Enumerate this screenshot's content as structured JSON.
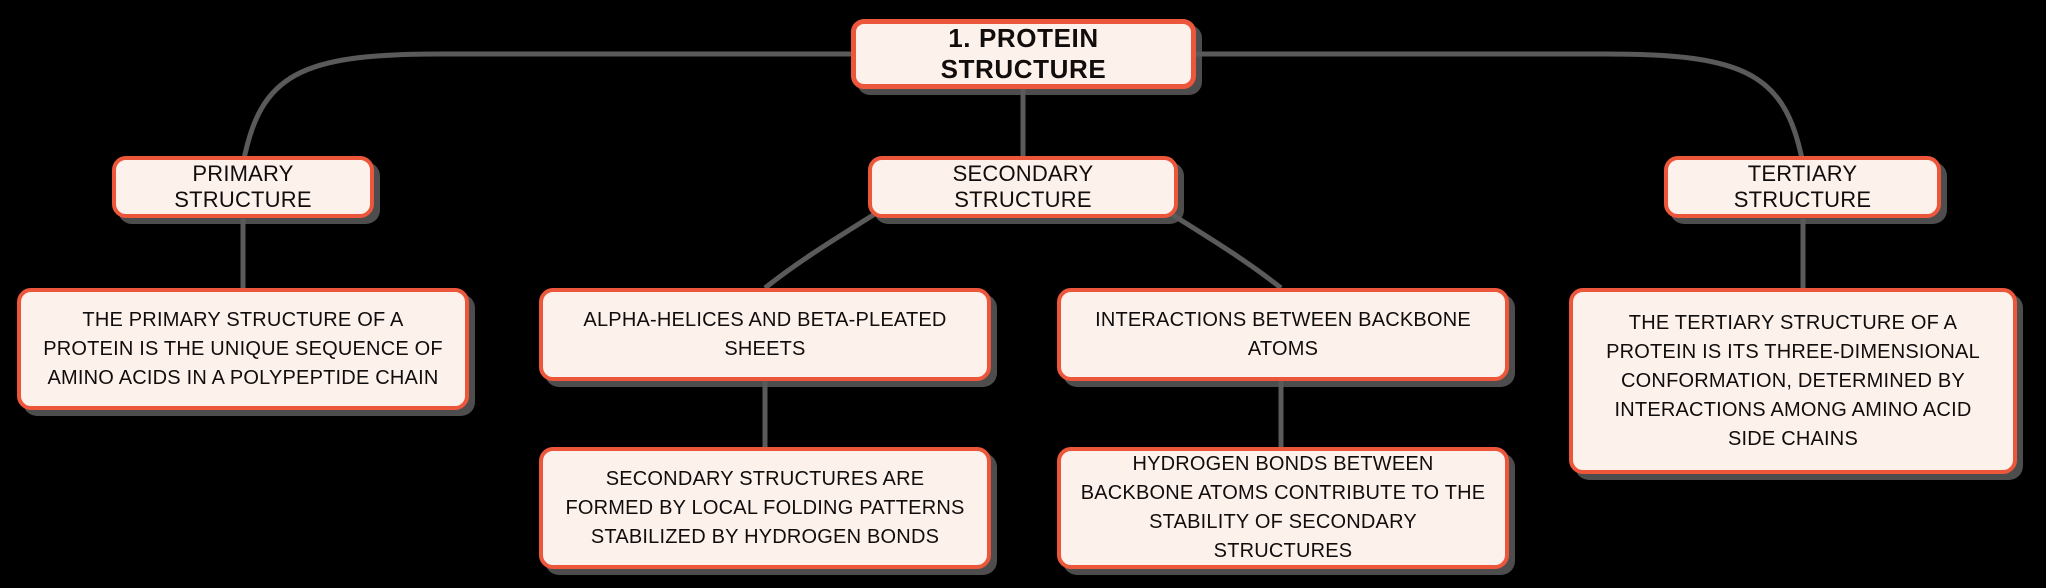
{
  "diagram": {
    "type": "mind-map",
    "title": "1. PROTEIN STRUCTURE",
    "background_color": "#000000",
    "node_fill_color": "#fdf1ec",
    "node_border_color": "#ec573c",
    "edge_color": "#5a5a5a",
    "text_color": "#100d0c"
  },
  "nodes": {
    "root": {
      "label": "1. PROTEIN STRUCTURE"
    },
    "primary": {
      "label": "PRIMARY STRUCTURE"
    },
    "secondary": {
      "label": "SECONDARY STRUCTURE"
    },
    "tertiary": {
      "label": "TERTIARY STRUCTURE"
    },
    "primary_detail": {
      "label": "THE PRIMARY STRUCTURE OF A PROTEIN IS THE UNIQUE SEQUENCE OF AMINO ACIDS IN A POLYPEPTIDE CHAIN"
    },
    "alpha_helices": {
      "label": "ALPHA-HELICES AND BETA-PLEATED SHEETS"
    },
    "backbone_interactions": {
      "label": "INTERACTIONS BETWEEN BACKBONE ATOMS"
    },
    "tertiary_detail": {
      "label": "THE TERTIARY STRUCTURE OF A PROTEIN IS ITS THREE-DIMENSIONAL CONFORMATION, DETERMINED BY INTERACTIONS AMONG AMINO ACID SIDE CHAINS"
    },
    "secondary_detail": {
      "label": "SECONDARY STRUCTURES ARE FORMED BY LOCAL FOLDING PATTERNS STABILIZED BY HYDROGEN BONDS"
    },
    "hydrogen_bonds_detail": {
      "label": "HYDROGEN BONDS BETWEEN BACKBONE ATOMS CONTRIBUTE TO THE STABILITY OF SECONDARY STRUCTURES"
    }
  },
  "edges": [
    {
      "from": "root",
      "to": "primary"
    },
    {
      "from": "root",
      "to": "secondary"
    },
    {
      "from": "root",
      "to": "tertiary"
    },
    {
      "from": "primary",
      "to": "primary_detail"
    },
    {
      "from": "secondary",
      "to": "alpha_helices"
    },
    {
      "from": "secondary",
      "to": "backbone_interactions"
    },
    {
      "from": "tertiary",
      "to": "tertiary_detail"
    },
    {
      "from": "alpha_helices",
      "to": "secondary_detail"
    },
    {
      "from": "backbone_interactions",
      "to": "hydrogen_bonds_detail"
    }
  ]
}
